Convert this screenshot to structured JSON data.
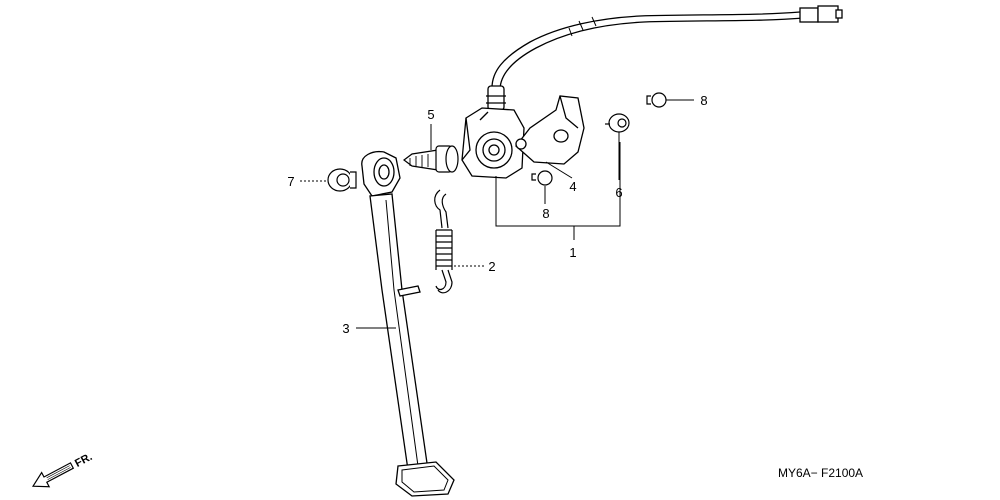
{
  "diagram": {
    "callouts": {
      "c1": "1",
      "c2": "2",
      "c3": "3",
      "c4": "4",
      "c5": "5",
      "c6": "6",
      "c7": "7",
      "c8a": "8",
      "c8b": "8"
    },
    "direction_label": "FR.",
    "diagram_code": "MY6A− F2100A"
  },
  "colors": {
    "line": "#000000",
    "background": "#ffffff"
  }
}
